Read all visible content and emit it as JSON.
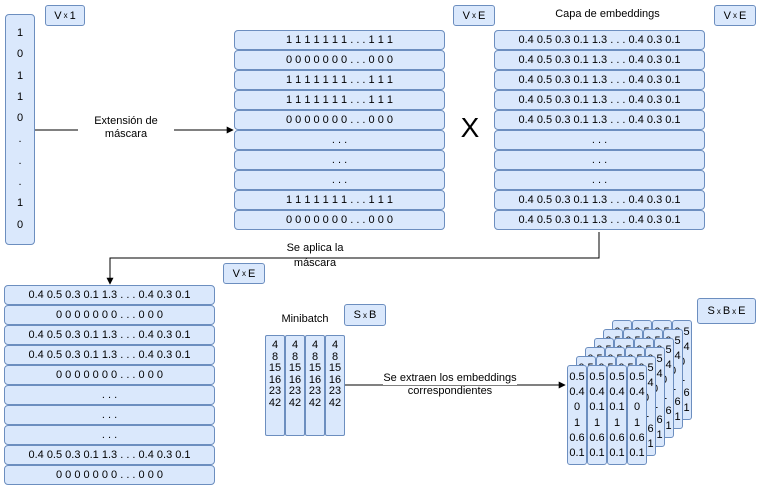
{
  "labels": {
    "vx1": {
      "a": "V",
      "b": "x",
      "c": "1"
    },
    "vxe_mask": {
      "a": "V",
      "b": "x",
      "c": "E"
    },
    "vxe_emb": {
      "a": "V",
      "b": "x",
      "c": "E"
    },
    "vxe_out": {
      "a": "V",
      "b": "x",
      "c": "E"
    },
    "sxb": {
      "a": "S",
      "b": "x",
      "c": "B"
    },
    "sxbxe": {
      "a": "S",
      "b": "x",
      "c": "B",
      "d": "x",
      "e": "E"
    },
    "emb_title": "Capa de embeddings",
    "minibatch_title": "Minibatch",
    "multiply_sign": "X"
  },
  "edges": {
    "mask_ext_line1": "Extensión de",
    "mask_ext_line2": "máscara",
    "apply_line1": "Se aplica la",
    "apply_line2": "máscara",
    "extract_line1": "Se extraen los embeddings",
    "extract_line2": "correspondientes"
  },
  "mask_vector": [
    "1",
    "0",
    "1",
    "1",
    "0",
    ".",
    ".",
    ".",
    "1",
    "0"
  ],
  "mask_matrix_rows": [
    "1 1 1 1 1 1 1  . . .  1 1 1",
    "0 0 0 0 0 0 0  . . .  0 0 0",
    "1 1 1 1 1 1 1  . . .  1 1 1",
    "1 1 1 1 1 1 1  . . .  1 1 1",
    "0 0 0 0 0 0 0  . . .  0 0 0",
    ". . .",
    ". . .",
    ". . .",
    "1 1 1 1 1 1 1  . . .  1 1 1",
    "0 0 0 0 0 0 0  . . .  0 0 0"
  ],
  "embedding_rows": [
    "0.4 0.5 0.3 0.1 1.3 . . . 0.4 0.3 0.1",
    "0.4 0.5 0.3 0.1 1.3 . . . 0.4 0.3 0.1",
    "0.4 0.5 0.3 0.1 1.3 . . . 0.4 0.3 0.1",
    "0.4 0.5 0.3 0.1 1.3 . . . 0.4 0.3 0.1",
    "0.4 0.5 0.3 0.1 1.3 . . . 0.4 0.3 0.1",
    ". . .",
    ". . .",
    ". . .",
    "0.4 0.5 0.3 0.1 1.3 . . . 0.4 0.3 0.1",
    "0.4 0.5 0.3 0.1 1.3 . . . 0.4 0.3 0.1"
  ],
  "masked_rows": [
    "0.4 0.5 0.3 0.1 1.3 . . . 0.4 0.3 0.1",
    "0 0 0 0 0 0 0  . . .  0 0 0",
    "0.4 0.5 0.3 0.1 1.3 . . . 0.4 0.3 0.1",
    "0.4 0.5 0.3 0.1 1.3 . . . 0.4 0.3 0.1",
    "0 0 0 0 0 0 0  . . .  0 0 0",
    ". . .",
    ". . .",
    ". . .",
    "0.4 0.5 0.3 0.1 1.3 . . . 0.4 0.3 0.1",
    "0 0 0 0 0 0 0  . . .  0 0 0"
  ],
  "minibatch_column": [
    "4",
    "8",
    "15",
    "16",
    "23",
    "42"
  ],
  "embedding_column": [
    "0.5",
    "0.4",
    "0",
    "1",
    "0.6",
    "0.1"
  ],
  "embedding_column_front": [
    "0.5",
    "0.4",
    "0.1",
    "1",
    "0.6",
    "0.1"
  ],
  "back_column_tail": [
    "5",
    "",
    "",
    "1",
    "",
    "6"
  ]
}
